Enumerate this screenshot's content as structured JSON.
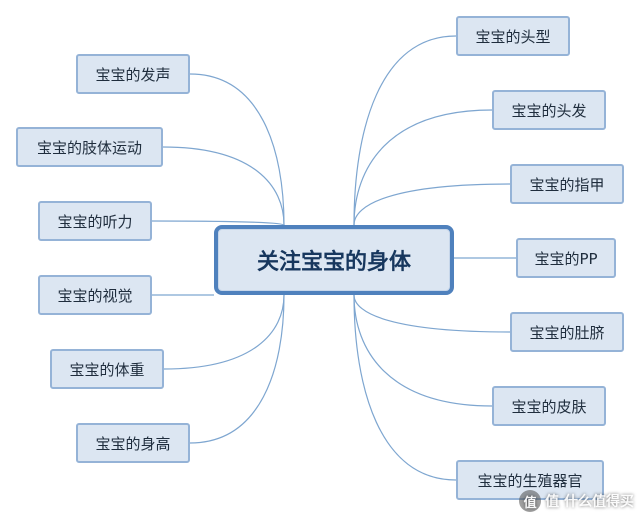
{
  "center": {
    "label": "关注宝宝的身体"
  },
  "left_nodes": [
    {
      "label": "宝宝的发声"
    },
    {
      "label": "宝宝的肢体运动"
    },
    {
      "label": "宝宝的听力"
    },
    {
      "label": "宝宝的视觉"
    },
    {
      "label": "宝宝的体重"
    },
    {
      "label": "宝宝的身高"
    }
  ],
  "right_nodes": [
    {
      "label": "宝宝的头型"
    },
    {
      "label": "宝宝的头发"
    },
    {
      "label": "宝宝的指甲"
    },
    {
      "label": "宝宝的PP"
    },
    {
      "label": "宝宝的肚脐"
    },
    {
      "label": "宝宝的皮肤"
    },
    {
      "label": "宝宝的生殖器官"
    }
  ],
  "watermark": {
    "text": "值 什么值得买",
    "icon": "zhi-logo-icon"
  },
  "colors": {
    "node_fill": "#dce6f2",
    "node_border": "#95b3d7",
    "center_border": "#4f81bd",
    "link": "#7ea6d0"
  }
}
